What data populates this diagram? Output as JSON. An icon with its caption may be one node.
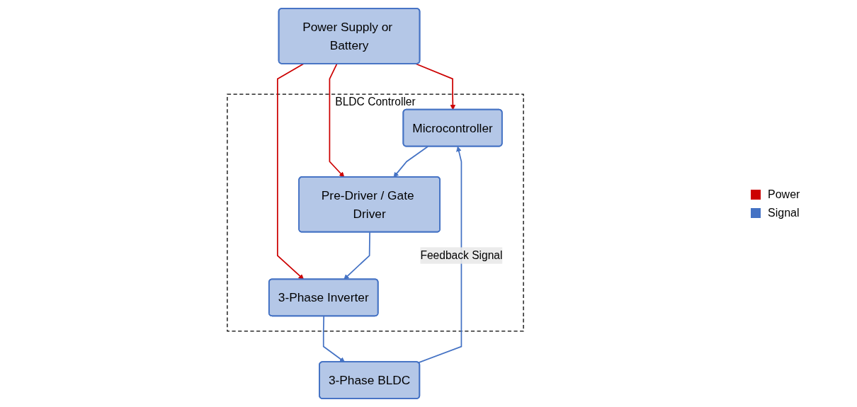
{
  "diagram": {
    "nodes": [
      {
        "text": [
          "Power Supply or Battery"
        ]
      },
      {
        "text": [
          "BLDC Controller"
        ]
      },
      {
        "text": [
          "Microcontroller"
        ],
        "in": 1
      },
      {
        "text": [
          "Pre-Driver / Gate Driver"
        ],
        "in": 1
      },
      {
        "text": [
          "3-Phase Inverter"
        ],
        "in": 1
      },
      {
        "text": [
          "3-Phase BLDC"
        ]
      }
    ],
    "edges": [
      {
        "from": 0,
        "to": 2,
        "arrow": "to",
        "color": "#cc0000"
      },
      {
        "from": 0,
        "to": 3,
        "arrow": "to",
        "color": "#cc0000"
      },
      {
        "from": 0,
        "to": 4,
        "arrow": "to",
        "color": "#cc0000"
      },
      {
        "from": 2,
        "to": 3,
        "arrow": "to"
      },
      {
        "from": 3,
        "to": 4,
        "arrow": "to"
      },
      {
        "from": 4,
        "to": 5,
        "arrow": "to"
      },
      {
        "from": 5,
        "to": 2,
        "arrow": "to",
        "label": "Feedback Signal"
      }
    ],
    "legend": [
      {
        "text": "Power",
        "color": "#cc0000"
      },
      {
        "text": "Signal",
        "color": "#4472c4"
      }
    ]
  }
}
